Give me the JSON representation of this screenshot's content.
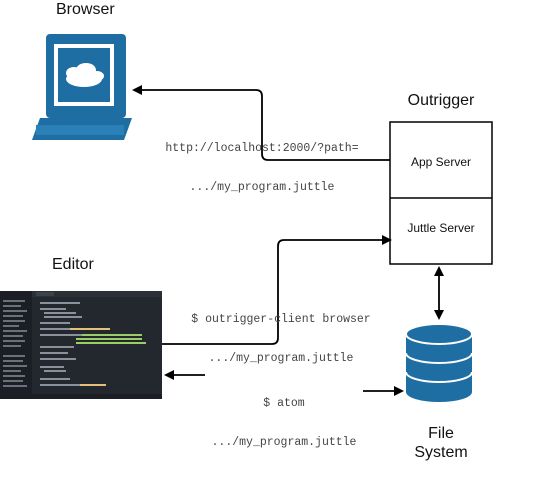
{
  "browser": {
    "label": "Browser"
  },
  "editor": {
    "label": "Editor"
  },
  "outrigger": {
    "title": "Outrigger",
    "app_server": "App Server",
    "juttle_server": "Juttle Server"
  },
  "file_system": {
    "line1": "File",
    "line2": "System"
  },
  "arrows": {
    "url_line1": "http://localhost:2000/?path=",
    "url_line2": ".../my_program.juttle",
    "client_line1": "$ outrigger-client browser",
    "client_line2": ".../my_program.juttle",
    "atom_line1": "$ atom",
    "atom_line2": ".../my_program.juttle"
  },
  "icons": {
    "browser": "computer-monitor-icon",
    "editor": "code-editor-screenshot",
    "database": "database-cylinder-icon"
  },
  "colors": {
    "accent_blue": "#1f6ea3",
    "line": "#000000"
  }
}
